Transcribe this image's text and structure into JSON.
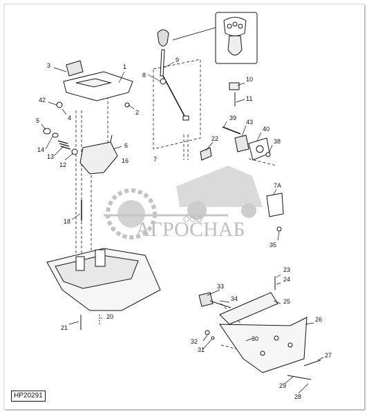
{
  "diagram": {
    "reference_code": "HP20291",
    "watermark": {
      "company": "ООО",
      "name": "АГРОСНАБ"
    },
    "callouts": [
      {
        "id": "c1",
        "label": "1"
      },
      {
        "id": "c2",
        "label": "2"
      },
      {
        "id": "c3",
        "label": "3"
      },
      {
        "id": "c4",
        "label": "4"
      },
      {
        "id": "c5",
        "label": "5"
      },
      {
        "id": "c6",
        "label": "6"
      },
      {
        "id": "c7",
        "label": "7"
      },
      {
        "id": "c7a",
        "label": "7A"
      },
      {
        "id": "c8",
        "label": "8"
      },
      {
        "id": "c9",
        "label": "9"
      },
      {
        "id": "c10",
        "label": "10"
      },
      {
        "id": "c11",
        "label": "11"
      },
      {
        "id": "c12",
        "label": "12"
      },
      {
        "id": "c13",
        "label": "13"
      },
      {
        "id": "c14",
        "label": "14"
      },
      {
        "id": "c16",
        "label": "16"
      },
      {
        "id": "c18",
        "label": "18"
      },
      {
        "id": "c20",
        "label": "20"
      },
      {
        "id": "c21",
        "label": "21"
      },
      {
        "id": "c22",
        "label": "22"
      },
      {
        "id": "c23",
        "label": "23"
      },
      {
        "id": "c24",
        "label": "24"
      },
      {
        "id": "c25",
        "label": "25"
      },
      {
        "id": "c26",
        "label": "26"
      },
      {
        "id": "c27",
        "label": "27"
      },
      {
        "id": "c28",
        "label": "28"
      },
      {
        "id": "c29",
        "label": "29"
      },
      {
        "id": "c30",
        "label": "30"
      },
      {
        "id": "c31",
        "label": "31"
      },
      {
        "id": "c32",
        "label": "32"
      },
      {
        "id": "c33",
        "label": "33"
      },
      {
        "id": "c34",
        "label": "34"
      },
      {
        "id": "c35",
        "label": "35"
      },
      {
        "id": "c38",
        "label": "38"
      },
      {
        "id": "c39",
        "label": "39"
      },
      {
        "id": "c40",
        "label": "40"
      },
      {
        "id": "c42",
        "label": "42"
      },
      {
        "id": "c43",
        "label": "43"
      }
    ]
  }
}
